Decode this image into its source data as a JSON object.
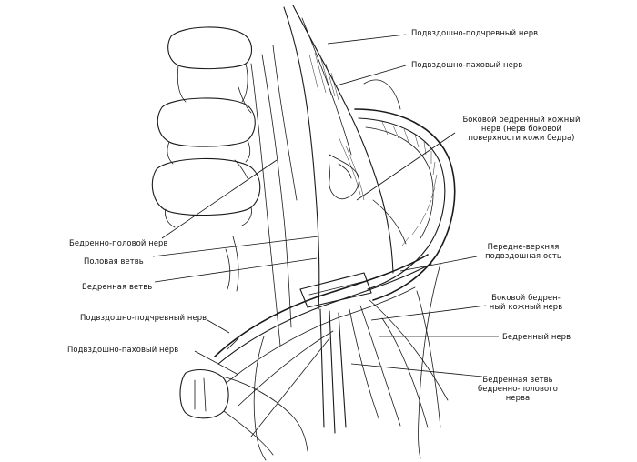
{
  "labels": {
    "iliohypogastric_top": "Подвздошно-подчревный нерв",
    "ilioinguinal_top": "Подвздошно-паховый нерв",
    "lateral_cutaneous_top": [
      "Боковой бедренный кожный",
      "нерв (нерв боковой",
      "поверхности кожи бедра)"
    ],
    "genitofemoral": "Бедренно-половой нерв",
    "genital_branch": "Половая ветвь",
    "femoral_branch": "Бедренная ветвь",
    "asis": [
      "Передне-верхняя",
      "подвздошная ость"
    ],
    "iliohypogastric_bottom": "Подвздошно-подчревный нерв",
    "ilioinguinal_bottom": "Подвздошно-паховый нерв",
    "lateral_cutaneous_bottom": [
      "Боковой бедрен-",
      "ный кожный нерв"
    ],
    "femoral_nerve": "Бедренный нерв",
    "femoral_branch_gf": [
      "Бедренная ветвь",
      "бедренно-полового",
      "нерва"
    ]
  }
}
